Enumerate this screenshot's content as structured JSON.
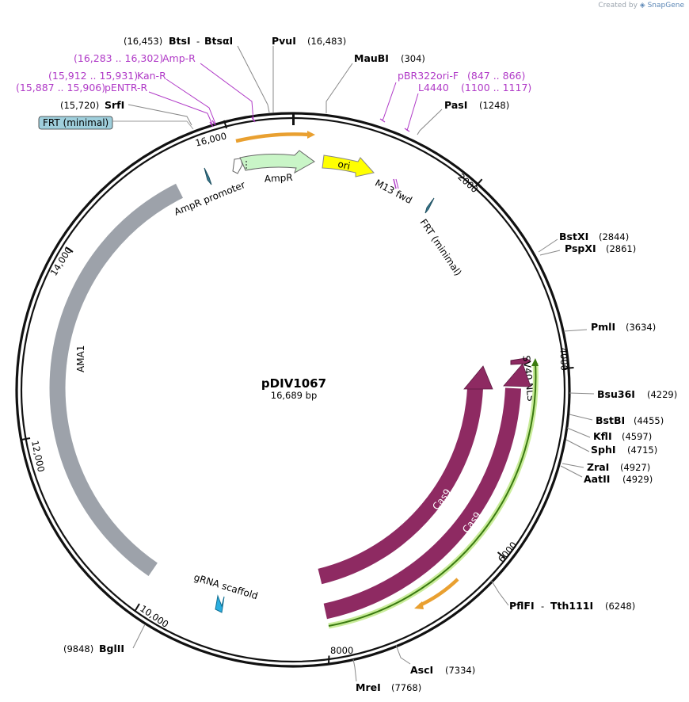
{
  "watermark": {
    "prefix": "Created by",
    "brand": "SnapGene"
  },
  "plasmid": {
    "name": "pDIV1067",
    "length_label": "16,689 bp",
    "length": 16689
  },
  "ticks": [
    {
      "pos": 2000,
      "label": "2000"
    },
    {
      "pos": 4000,
      "label": "4000"
    },
    {
      "pos": 6000,
      "label": "6000"
    },
    {
      "pos": 8000,
      "label": "8000"
    },
    {
      "pos": 10000,
      "label": "10,000"
    },
    {
      "pos": 12000,
      "label": "12,000"
    },
    {
      "pos": 14000,
      "label": "14,000"
    },
    {
      "pos": 16000,
      "label": "16,000"
    }
  ],
  "sites": [
    {
      "name": "BtsI",
      "name2": "BtsαI",
      "pos": 16453,
      "pos_label": "(16,453)"
    },
    {
      "name": "PvuI",
      "pos": 16483,
      "pos_label": "(16,483)"
    },
    {
      "name": "MauBI",
      "pos": 304,
      "pos_label": "(304)"
    },
    {
      "name": "PasI",
      "pos": 1248,
      "pos_label": "(1248)"
    },
    {
      "name": "BstXI",
      "pos": 2844,
      "pos_label": "(2844)"
    },
    {
      "name": "PspXI",
      "pos": 2861,
      "pos_label": "(2861)"
    },
    {
      "name": "PmlI",
      "pos": 3634,
      "pos_label": "(3634)"
    },
    {
      "name": "Bsu36I",
      "pos": 4229,
      "pos_label": "(4229)"
    },
    {
      "name": "BstBI",
      "pos": 4455,
      "pos_label": "(4455)"
    },
    {
      "name": "KflI",
      "pos": 4597,
      "pos_label": "(4597)"
    },
    {
      "name": "SphI",
      "pos": 4715,
      "pos_label": "(4715)"
    },
    {
      "name": "ZraI",
      "pos": 4927,
      "pos_label": "(4927)"
    },
    {
      "name": "AatII",
      "pos": 4929,
      "pos_label": "(4929)"
    },
    {
      "name": "PflFI",
      "name2": "Tth111I",
      "pos": 6248,
      "pos_label": "(6248)"
    },
    {
      "name": "AscI",
      "pos": 7334,
      "pos_label": "(7334)"
    },
    {
      "name": "MreI",
      "pos": 7768,
      "pos_label": "(7768)"
    },
    {
      "name": "BglII",
      "pos": 9848,
      "pos_label": "(9848)"
    },
    {
      "name": "SrfI",
      "pos": 15720,
      "pos_label": "(15,720)"
    }
  ],
  "primers": [
    {
      "name": "Amp-R",
      "range": "(16,283 .. 16,302)",
      "pos": 16292
    },
    {
      "name": "Kan-R",
      "range": "(15,912 .. 15,931)",
      "pos": 15921
    },
    {
      "name": "pENTR-R",
      "range": "(15,887 .. 15,906)",
      "pos": 15896
    },
    {
      "name": "pBR322ori-F",
      "range": "(847 .. 866)",
      "pos": 856
    },
    {
      "name": "L4440",
      "range": "(1100 .. 1117)",
      "pos": 1108
    }
  ],
  "features": [
    {
      "name": "AmpR promoter"
    },
    {
      "name": "AmpR"
    },
    {
      "name": "ori"
    },
    {
      "name": "M13 fwd"
    },
    {
      "name": "FRT (minimal)"
    },
    {
      "name": "SV40 NLS"
    },
    {
      "name": "Cas9"
    },
    {
      "name": "Cas9"
    },
    {
      "name": "AMA1"
    },
    {
      "name": "gRNA scaffold"
    },
    {
      "name": "FRT (minimal)"
    }
  ],
  "colors": {
    "backbone": "#111111",
    "primer": "#b03ac7",
    "ampr": "#c9f5c7",
    "ori": "#ffff00",
    "cas9": "#8e2a62",
    "ama1": "#a8adb4",
    "frt": "#3a7d94",
    "gRNA": "#2aaee0",
    "orf_orange": "#e9a030",
    "orf_green": "#9acd32",
    "frt_box": "#9fcfdc"
  }
}
